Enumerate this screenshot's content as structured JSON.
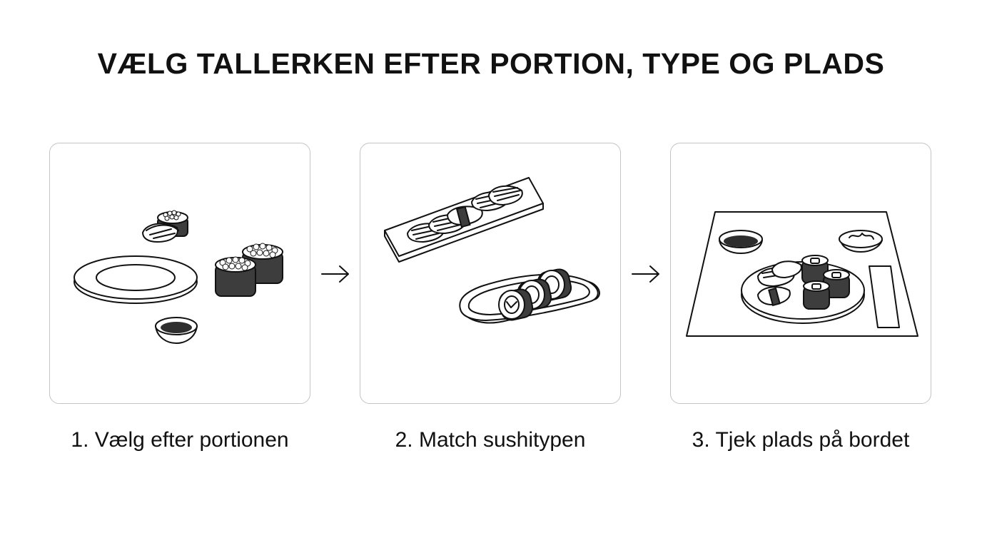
{
  "title": "VÆLG TALLERKEN EFTER PORTION, TYPE OG PLADS",
  "steps": [
    {
      "label": "1. Vælg efter portionen",
      "illustration": "plate-with-sushi-and-soy-bowl-icon"
    },
    {
      "label": "2. Match sushitypen",
      "illustration": "long-tray-and-oval-dish-icon"
    },
    {
      "label": "3. Tjek plads på bordet",
      "illustration": "table-setting-icon"
    }
  ],
  "arrow_icon": "arrow-right-icon"
}
